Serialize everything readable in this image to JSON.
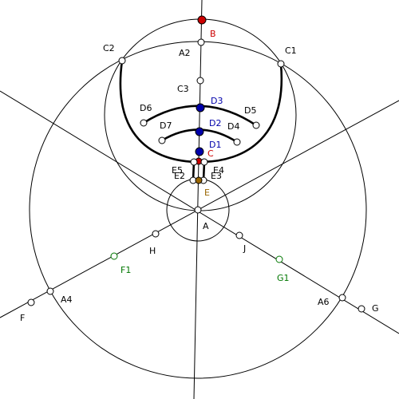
{
  "colors": {
    "background": "#ffffff",
    "line": "#000000",
    "point_free": "#ffffff",
    "label_default": "#000000",
    "red": "#cc0000",
    "blue": "#0000aa",
    "green": "#007700",
    "brown": "#996600"
  },
  "labels": {
    "B": "B",
    "A2": "A2",
    "C2": "C2",
    "C1": "C1",
    "C3": "C3",
    "D3": "D3",
    "D6": "D6",
    "D5": "D5",
    "D7": "D7",
    "D2": "D2",
    "D4": "D4",
    "D1": "D1",
    "C": "C",
    "E5": "E5",
    "E4": "E4",
    "E2": "E2",
    "E3": "E3",
    "E": "E",
    "A": "A",
    "H": "H",
    "J": "J",
    "F1": "F1",
    "G1": "G1",
    "A4": "A4",
    "A6": "A6",
    "F": "F",
    "G": "G"
  }
}
